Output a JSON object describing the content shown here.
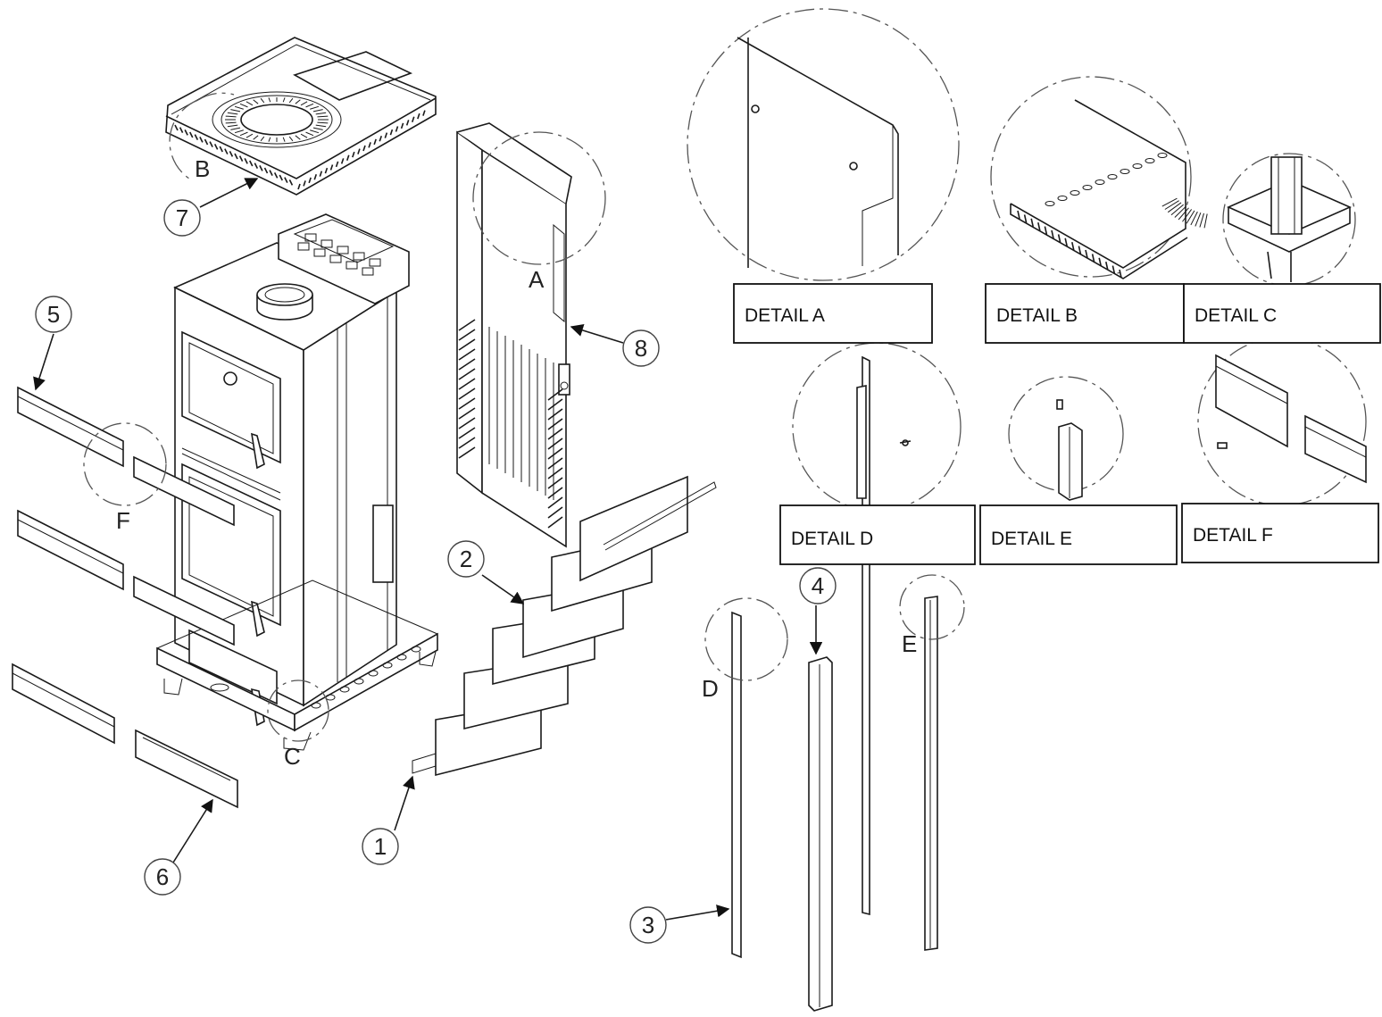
{
  "callouts": [
    "1",
    "2",
    "3",
    "4",
    "5",
    "6",
    "7",
    "8"
  ],
  "detail_letters": [
    "A",
    "B",
    "C",
    "D",
    "E",
    "F"
  ],
  "detail_labels": [
    "DETAIL A",
    "DETAIL B",
    "DETAIL C",
    "DETAIL D",
    "DETAIL E",
    "DETAIL F"
  ]
}
